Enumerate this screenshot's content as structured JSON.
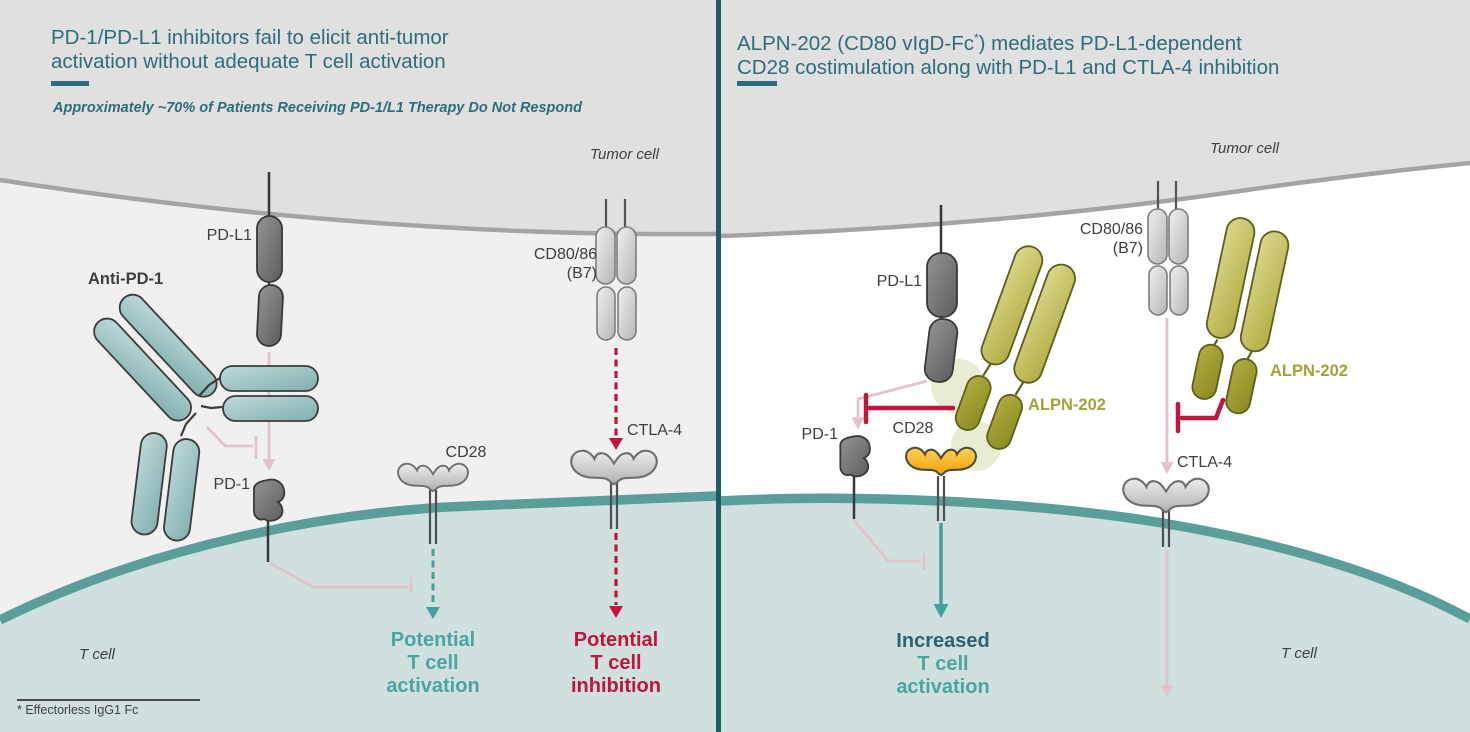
{
  "left_panel": {
    "title_lines": [
      "PD-1/PD-L1 inhibitors fail to elicit anti-tumor",
      "activation without adequate T cell activation"
    ],
    "subtitle": "Approximately ~70% of Patients Receiving PD-1/L1 Therapy Do Not Respond",
    "cells": {
      "tumor": "Tumor cell",
      "t_cell": "T cell"
    },
    "molecules": {
      "pd_l1": "PD-L1",
      "anti_pd_1": "Anti-PD-1",
      "pd_1": "PD-1",
      "cd28": "CD28",
      "cd80_86": "CD80/86",
      "cd80_86_alt": "(B7)",
      "ctla_4": "CTLA-4"
    },
    "outcome_activation_lines": [
      "Potential",
      "T cell",
      "activation"
    ],
    "outcome_inhibition_lines": [
      "Potential",
      "T cell",
      "inhibition"
    ],
    "footnote": "* Effectorless IgG1 Fc"
  },
  "right_panel": {
    "title_line1_pre": "ALPN-202 (CD80 vIgD-Fc",
    "title_line1_sup": "*",
    "title_line1_post": ") mediates PD-L1-dependent",
    "title_line2": "CD28 costimulation along with PD-L1 and CTLA-4 inhibition",
    "cells": {
      "tumor": "Tumor cell",
      "t_cell": "T cell"
    },
    "molecules": {
      "pd_l1": "PD-L1",
      "pd_1": "PD-1",
      "cd28": "CD28",
      "cd80_86": "CD80/86",
      "cd80_86_alt": "(B7)",
      "ctla_4": "CTLA-4",
      "alpn_202": "ALPN-202"
    },
    "outcome_lines": [
      "Increased",
      "T cell",
      "activation"
    ]
  },
  "colors": {
    "title_teal": "#2d6c7d",
    "outcome_teal": "#4aa5a1",
    "outcome_navy": "#2b6273",
    "crimson": "#c0153f",
    "olive_label": "#a2a339",
    "pale_pink": "#e0c4ca",
    "tumor_gray": "#e0e0e0",
    "tumor_edge": "#a8a3a3",
    "tcell_fill": "#cfe0df",
    "tcell_edge": "#5a9e9a",
    "divider": "#1d5b68",
    "left_bg": "#f0f0f1",
    "right_bg": "#ffffff"
  }
}
